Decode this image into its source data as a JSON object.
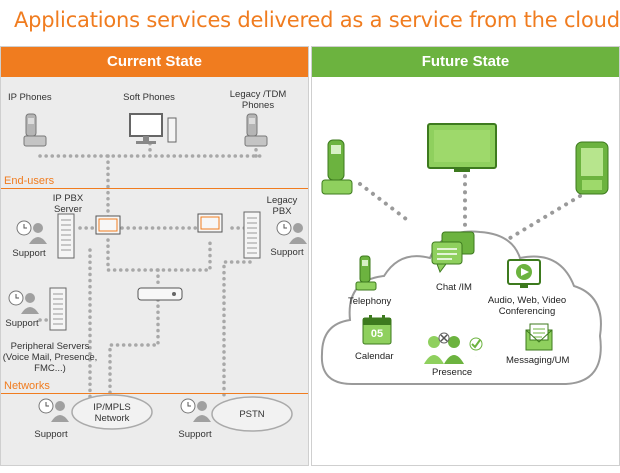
{
  "title": "Applications services delivered as a service from the cloud",
  "current": {
    "heading": "Current State",
    "ip_phones": "IP Phones",
    "soft_phones": "Soft Phones",
    "legacy_tdm_phones": "Legacy /TDM Phones",
    "end_users": "End-users",
    "ip_pbx_server": "IP PBX Server",
    "legacy_pbx": "Legacy PBX",
    "support": "Support",
    "peripheral_servers": "Peripheral Servers (Voice Mail, Presence, FMC...)",
    "networks": "Networks",
    "ip_mpls_network": "IP/MPLS Network",
    "pstn": "PSTN"
  },
  "future": {
    "heading": "Future State",
    "telephony": "Telephony",
    "chat_im": "Chat /IM",
    "audio_web_video": "Audio, Web, Video Conferencing",
    "calendar": "Calendar",
    "calendar_day": "05",
    "presence": "Presence",
    "messaging_um": "Messaging/UM"
  },
  "colors": {
    "orange": "#f07c1f",
    "green": "#6cb33f",
    "gray": "#9a9a9a"
  }
}
